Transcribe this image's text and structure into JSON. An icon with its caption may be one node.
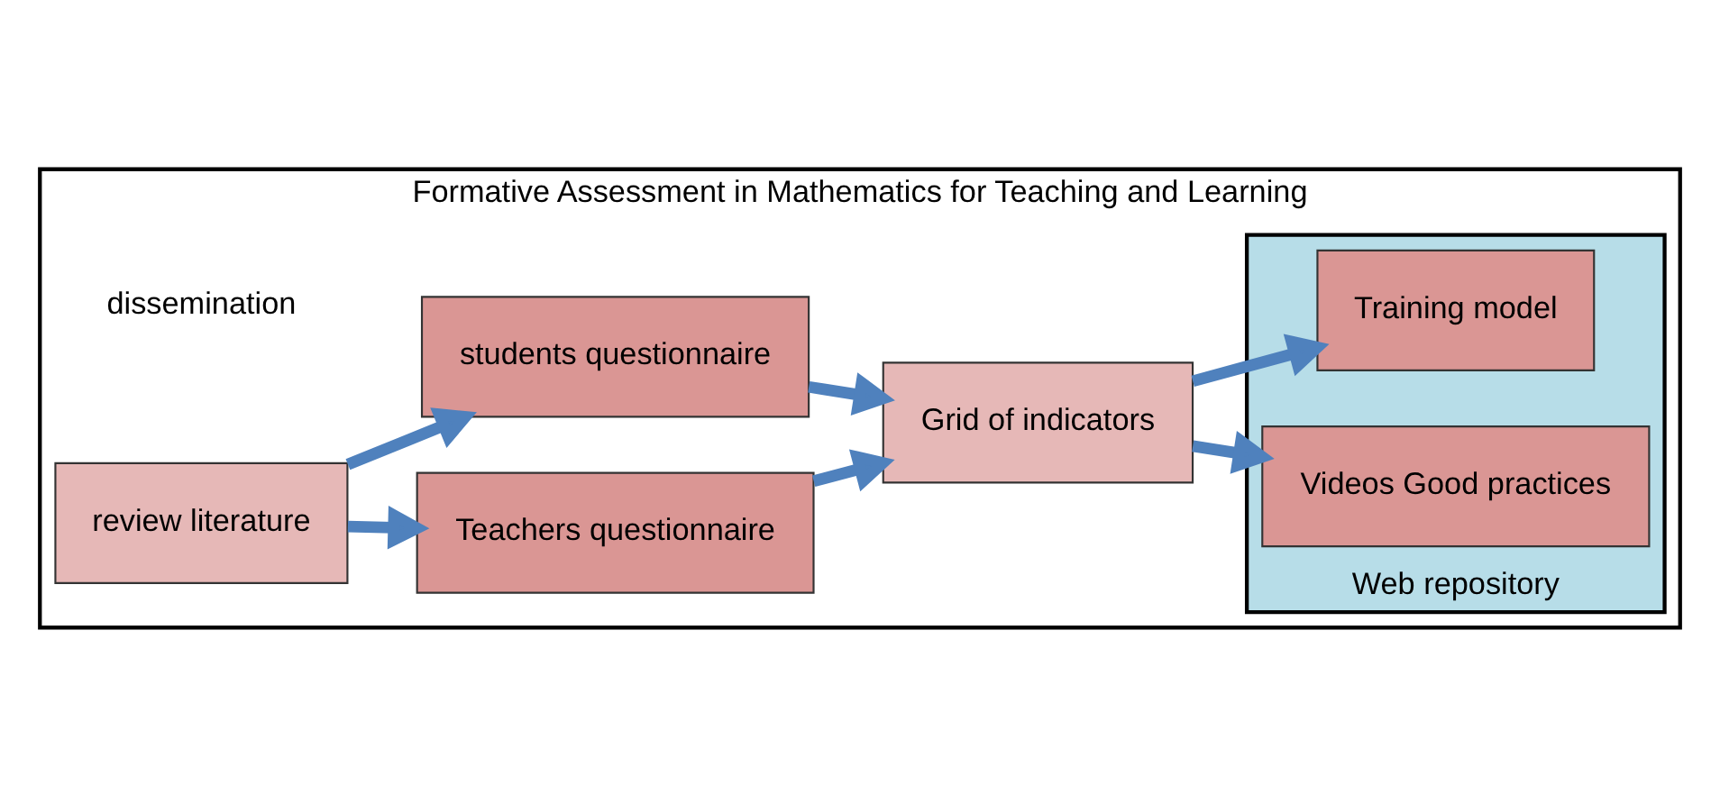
{
  "diagram": {
    "nodes": [
      {
        "text": [
          "Formative Assessment in Mathematics for Teaching and Learning",
          "dissemination"
        ]
      },
      {
        "text": [
          "review literature"
        ],
        "in": 0
      },
      {
        "text": [
          "Teachers questionnaire"
        ],
        "in": 0
      },
      {
        "text": [
          "students questionnaire"
        ],
        "in": 0
      },
      {
        "text": [
          "Grid of indicators"
        ],
        "in": 0
      },
      {
        "text": [
          "Web repository"
        ],
        "in": 0
      },
      {
        "text": [
          "Training model"
        ],
        "in": 5
      },
      {
        "text": [
          "Videos Good practices"
        ],
        "in": 5
      }
    ],
    "edges": [
      {
        "from": 1,
        "to": 2,
        "arrow": "to"
      },
      {
        "from": 1,
        "to": 3,
        "arrow": "to"
      },
      {
        "from": 2,
        "to": 4,
        "arrow": "to"
      },
      {
        "from": 3,
        "to": 4,
        "arrow": "to"
      },
      {
        "from": 4,
        "to": 6,
        "arrow": "to"
      },
      {
        "from": 4,
        "to": 7,
        "arrow": "to"
      }
    ]
  }
}
